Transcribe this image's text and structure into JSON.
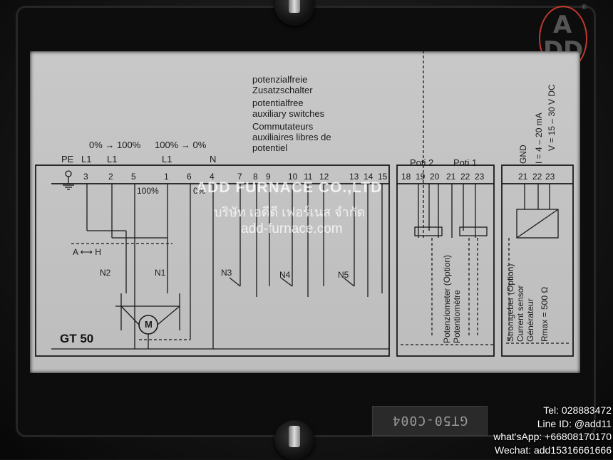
{
  "brand": {
    "logo_top": "A",
    "logo_bl": "D",
    "logo_br": "D",
    "logo_reg": "®"
  },
  "plate": {
    "aux_de_1": "potenzialfreie",
    "aux_de_2": "Zusatzschalter",
    "aux_en_1": "potentialfree",
    "aux_en_2": "auxiliary switches",
    "aux_fr_1": "Commutateurs",
    "aux_fr_2": "auxiliaires libres de",
    "aux_fr_3": "potentiel",
    "range_open": "0% → 100%",
    "range_close": "100% → 0%",
    "label_pe": "PE",
    "label_l1a": "L1",
    "label_l1b": "L1",
    "label_l1c": "L1",
    "label_n": "N",
    "poti2": "Poti 2",
    "poti1": "Poti 1",
    "gnd": "GND",
    "current": "I = 4 – 20 mA",
    "voltage": "V = 15 – 30 V DC",
    "t_main": [
      "3",
      "2",
      "5",
      "1",
      "6",
      "4",
      "7",
      "8",
      "9",
      "10",
      "11",
      "12",
      "13",
      "14",
      "15"
    ],
    "t_poti": [
      "18",
      "19",
      "20",
      "21",
      "22",
      "23"
    ],
    "t_gnd": [
      "21",
      "22",
      "23"
    ],
    "pct_100": "100%",
    "pct_0": "0%",
    "switch_n2": "N2",
    "switch_n1": "N1",
    "switch_n3": "N3",
    "switch_n4": "N4",
    "switch_n5": "N5",
    "ah": "A ⟷ H",
    "motor": "M",
    "model": "GT 50",
    "poti_opt_1": "Potenziometer (Option)",
    "poti_opt_2": "Potentiomètre",
    "sensor_1": "Stromgeber (Option)",
    "sensor_2": "Current sensor",
    "sensor_3": "Générateur",
    "sensor_4": "Rmax = 500 Ω"
  },
  "stamp": "GT50-C004",
  "watermark": {
    "line1": "ADD FURNACE CO.,LTD",
    "line2": "บริษัท เอดีดี เฟอร์เนส จำกัด",
    "line3": "add-furnace.com"
  },
  "contact": {
    "tel": "Tel: 028883472",
    "line": "Line ID: @add11",
    "whatsapp": "what'sApp: +66808170170",
    "wechat": "Wechat: add15316661666"
  }
}
